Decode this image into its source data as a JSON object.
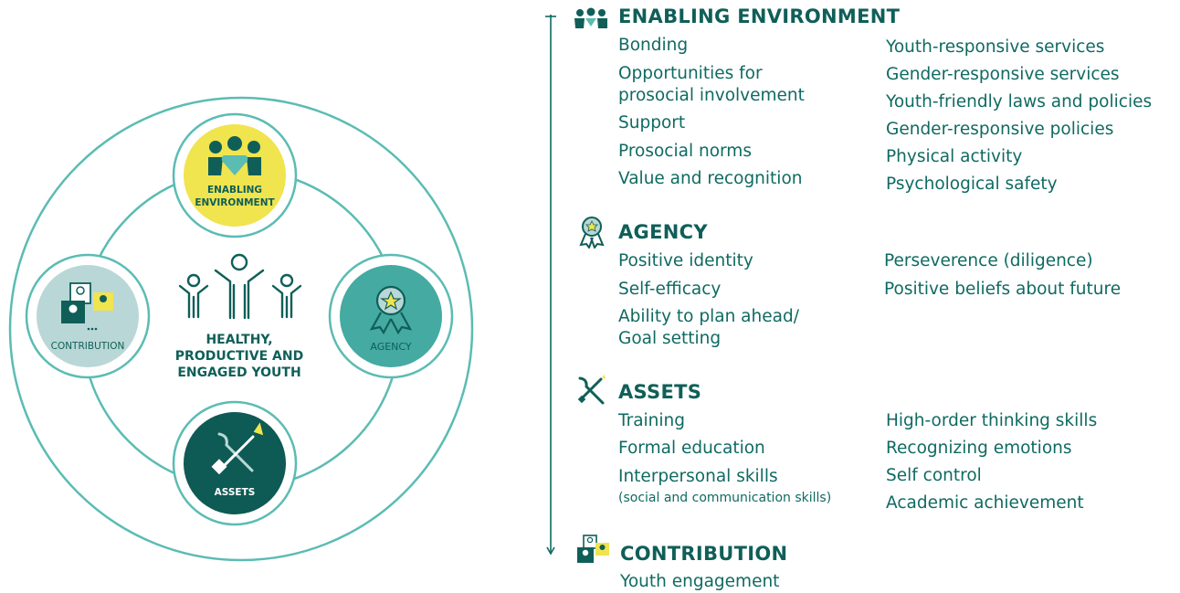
{
  "diagram": {
    "center_label": [
      "HEALTHY,",
      "PRODUCTIVE AND",
      "ENGAGED YOUTH"
    ],
    "nodes": {
      "enabling": [
        "ENABLING",
        "ENVIRONMENT"
      ],
      "agency": "AGENCY",
      "assets": "ASSETS",
      "contribution": "CONTRIBUTION"
    },
    "colors": {
      "ring": "#5bbcb3",
      "enabling_fill": "#f0e44f",
      "agency_fill": "#44aaa2",
      "assets_fill": "#0e5a54",
      "contribution_fill": "#b9d7d6",
      "text": "#0f5f58"
    },
    "icons": [
      "people-group-icon",
      "award-ribbon-icon",
      "tools-icon",
      "speech-bubbles-icon",
      "youth-figures-icon"
    ]
  },
  "sections": {
    "enabling": {
      "title": "ENABLING ENVIRONMENT",
      "left": [
        "Bonding",
        "Opportunities for",
        "prosocial involvement",
        "Support",
        "Prosocial norms",
        "Value and recognition"
      ],
      "right": [
        "Youth-responsive services",
        "Gender-responsive services",
        "Youth-friendly laws and policies",
        "Gender-responsive policies",
        "Physical activity",
        "Psychological safety"
      ]
    },
    "agency": {
      "title": "AGENCY",
      "left": [
        "Positive identity",
        "Self-efficacy",
        "Ability to plan ahead/",
        "Goal setting"
      ],
      "right": [
        "Perseverence (diligence)",
        "Positive beliefs about future"
      ]
    },
    "assets": {
      "title": "ASSETS",
      "left": [
        "Training",
        "Formal education",
        "Interpersonal skills"
      ],
      "note": "(social and communication skills)",
      "right": [
        "High-order thinking skills",
        "Recognizing emotions",
        "Self control",
        "Academic achievement"
      ]
    },
    "contribution": {
      "title": "CONTRIBUTION",
      "left": [
        "Youth engagement"
      ]
    }
  }
}
